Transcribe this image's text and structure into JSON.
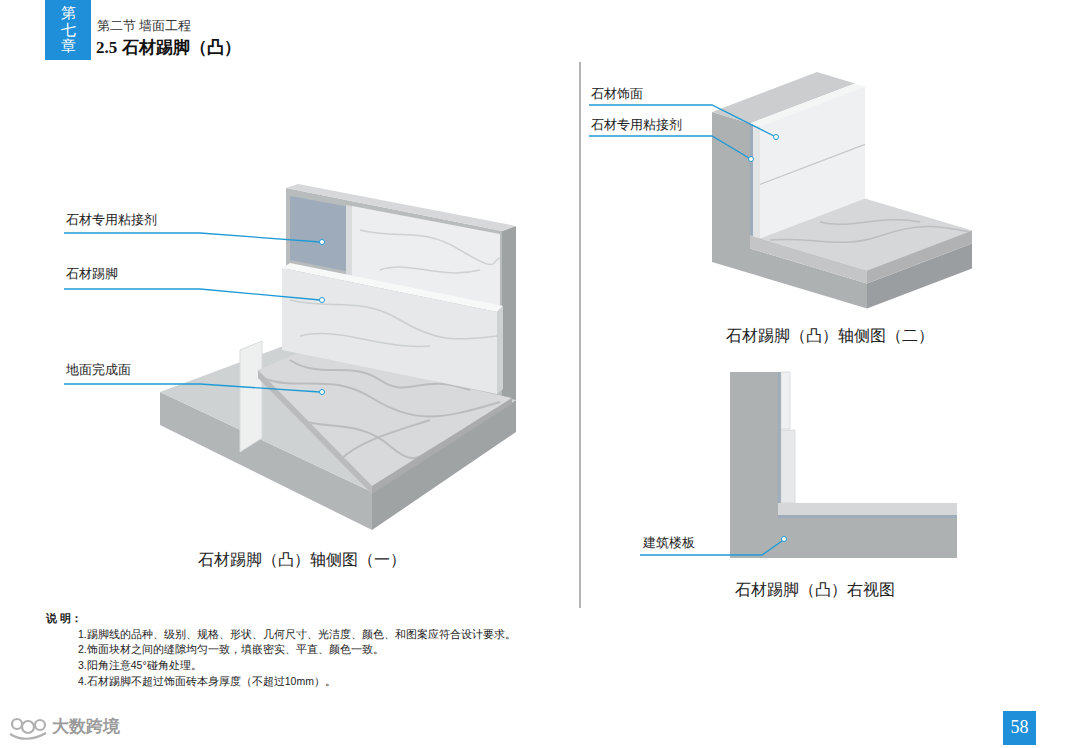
{
  "diagram": {
    "title": "2.5 石材踢脚（凸）",
    "nodes": [
      {
        "text": [
          "第七章"
        ]
      },
      {
        "text": [
          "58"
        ]
      }
    ],
    "labels": [
      "第二节 墙面工程",
      "石材专用粘接剂",
      "石材踢脚",
      "地面完成面",
      "石材踢脚（凸）轴侧图（一）",
      "石材饰面",
      "石材专用粘接剂",
      "石材踢脚（凸）轴侧图（二）",
      "建筑楼板",
      "石材踢脚（凸）右视图",
      "说 明：",
      "1.踢脚线的品种、级别、规格、形状、几何尺寸、光洁度、颜色、和图案应符合设计要求。",
      "2.饰面块材之间的缝隙均匀一致，填嵌密实、平直、颜色一致。",
      "3.阳角注意45°碰角处理。",
      "4.石材踢脚不超过饰面砖本身厚度（不超过10mm）。",
      "大数跨境"
    ]
  }
}
